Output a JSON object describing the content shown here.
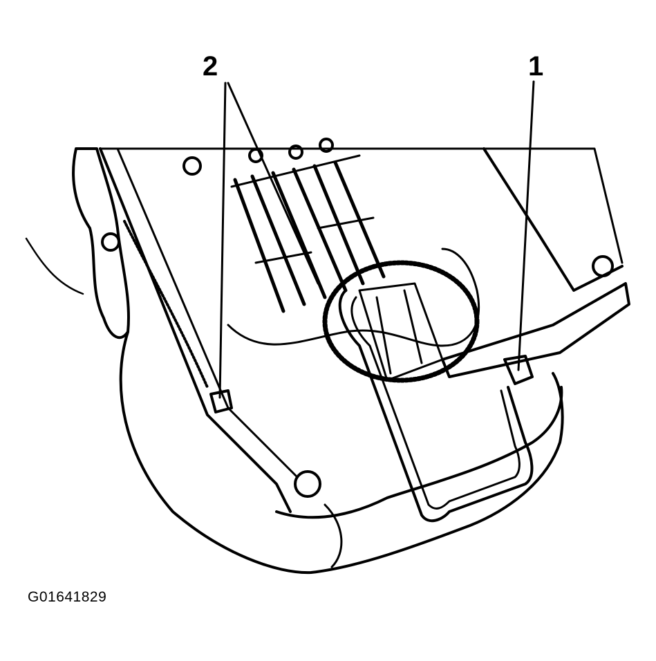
{
  "figure": {
    "callouts": [
      {
        "id": "callout-1",
        "label": "1"
      },
      {
        "id": "callout-2",
        "label": "2"
      }
    ],
    "figure_id": "G01641829"
  }
}
